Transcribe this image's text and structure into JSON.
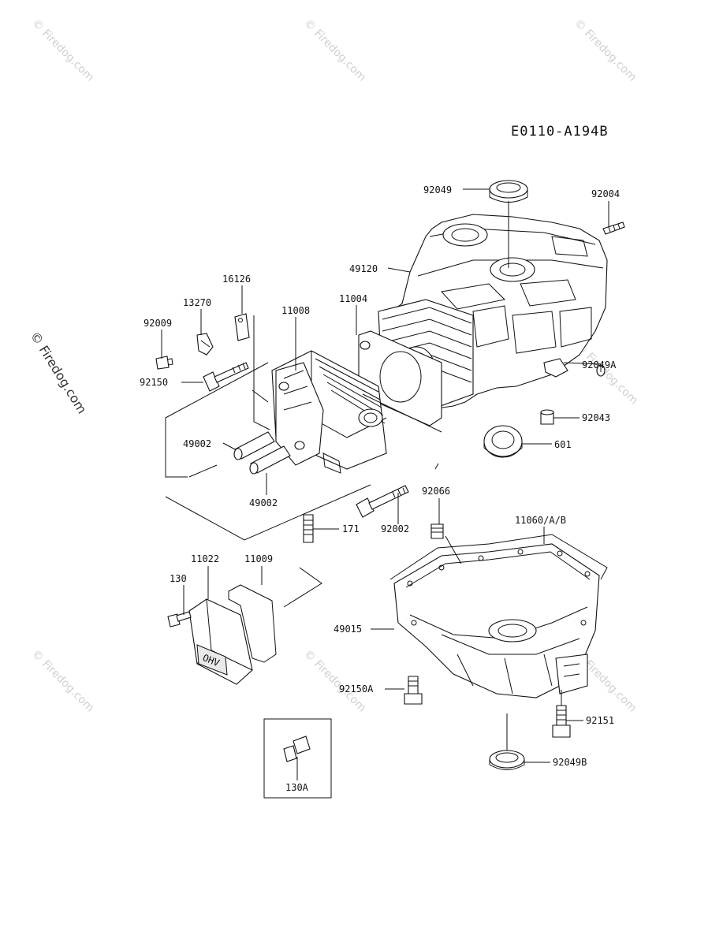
{
  "diagram_code": "E0110-A194B",
  "watermark_text": "© Firedog.com",
  "side_watermark_text": "© Firedog.com",
  "part_labels": {
    "p92049": "92049",
    "p92004": "92004",
    "p49120": "49120",
    "p16126": "16126",
    "p13270": "13270",
    "p11008": "11008",
    "p11004": "11004",
    "p92009": "92009",
    "p92150": "92150",
    "p92049A": "92049A",
    "p92043": "92043",
    "p601": "601",
    "p49002a": "49002",
    "p49002b": "49002",
    "p92066": "92066",
    "p171": "171",
    "p92002": "92002",
    "p11060": "11060/A/B",
    "p11022": "11022",
    "p11009": "11009",
    "p130": "130",
    "p49015": "49015",
    "p92150A": "92150A",
    "p92151": "92151",
    "p92049B": "92049B",
    "p130A": "130A"
  },
  "cover_badge": "OHV"
}
